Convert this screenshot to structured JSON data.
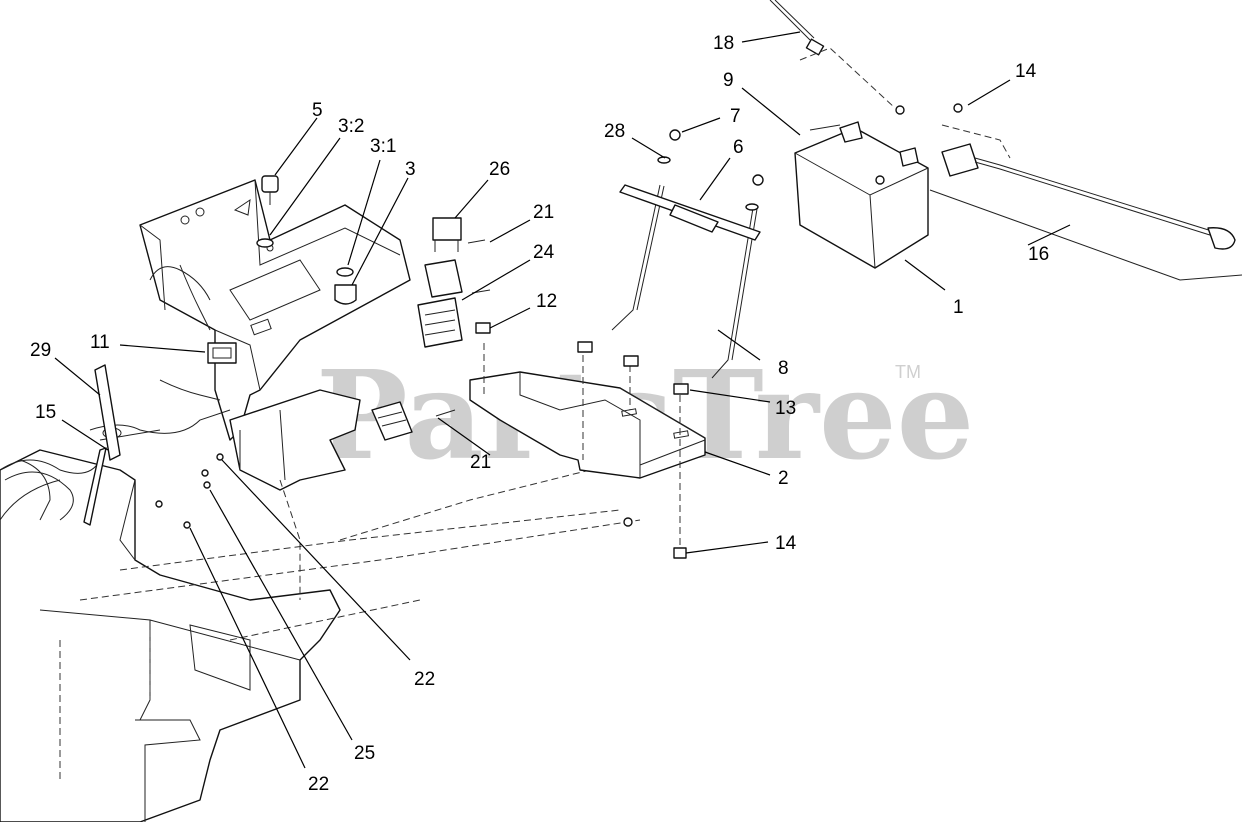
{
  "watermark": {
    "text": "PartsTree",
    "trademark": "TM"
  },
  "callouts": [
    {
      "id": "c18",
      "label": "18"
    },
    {
      "id": "c9",
      "label": "9"
    },
    {
      "id": "c14a",
      "label": "14"
    },
    {
      "id": "c7",
      "label": "7"
    },
    {
      "id": "c28",
      "label": "28"
    },
    {
      "id": "c6",
      "label": "6"
    },
    {
      "id": "c5",
      "label": "5"
    },
    {
      "id": "c32",
      "label": "3:2"
    },
    {
      "id": "c31",
      "label": "3:1"
    },
    {
      "id": "c3",
      "label": "3"
    },
    {
      "id": "c26",
      "label": "26"
    },
    {
      "id": "c21a",
      "label": "21"
    },
    {
      "id": "c24",
      "label": "24"
    },
    {
      "id": "c12",
      "label": "12"
    },
    {
      "id": "c16",
      "label": "16"
    },
    {
      "id": "c1",
      "label": "1"
    },
    {
      "id": "c8",
      "label": "8"
    },
    {
      "id": "c29",
      "label": "29"
    },
    {
      "id": "c11",
      "label": "11"
    },
    {
      "id": "c15",
      "label": "15"
    },
    {
      "id": "c13",
      "label": "13"
    },
    {
      "id": "c21b",
      "label": "21"
    },
    {
      "id": "c2",
      "label": "2"
    },
    {
      "id": "c14b",
      "label": "14"
    },
    {
      "id": "c22a",
      "label": "22"
    },
    {
      "id": "c25",
      "label": "25"
    },
    {
      "id": "c22b",
      "label": "22"
    }
  ]
}
